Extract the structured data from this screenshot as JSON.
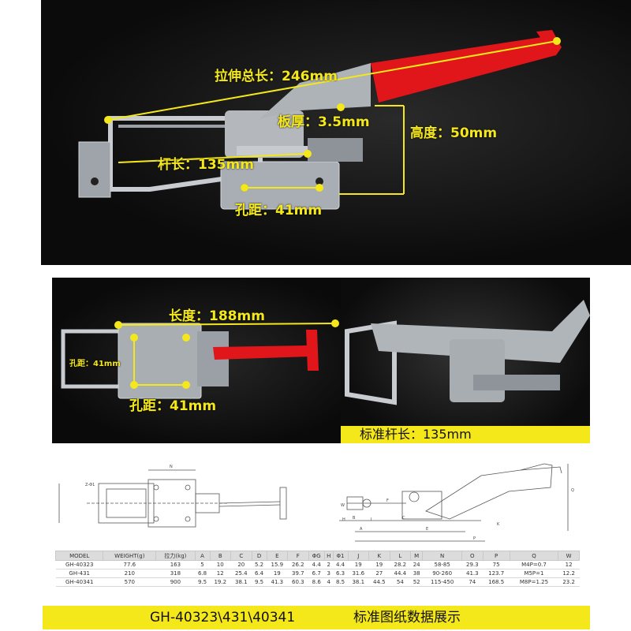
{
  "photo_top": {
    "label_total_length": "拉伸总长：246mm",
    "label_plate_thickness": "板厚：3.5mm",
    "label_height": "高度：50mm",
    "label_rod_length": "杆长：135mm",
    "label_hole_distance": "孔距：41mm"
  },
  "photo_bottom_left": {
    "label_length": "长度：188mm",
    "label_hole_distance_side": "孔距：41mm",
    "label_hole_distance_bottom": "孔距：41mm"
  },
  "photo_bottom_right": {
    "caption": "标准杆长：135mm"
  },
  "drawing": {
    "left_labels": [
      "Z-Φ1",
      "N"
    ],
    "right_labels": [
      "F",
      "B",
      "C",
      "A",
      "E",
      "P",
      "K",
      "W",
      "Q",
      "H",
      "I"
    ]
  },
  "spec_table": {
    "headers": [
      "MODEL",
      "WEIGHT(g)",
      "拉力(kg)",
      "A",
      "B",
      "C",
      "D",
      "E",
      "F",
      "ΦG",
      "H",
      "Φ1",
      "J",
      "K",
      "L",
      "M",
      "N",
      "O",
      "P",
      "Q",
      "W"
    ],
    "rows": [
      [
        "GH-40323",
        "77.6",
        "163",
        "5",
        "10",
        "20",
        "5.2",
        "15.9",
        "26.2",
        "4.4",
        "2",
        "4.4",
        "19",
        "19",
        "28.2",
        "24",
        "58-85",
        "29.3",
        "75",
        "M4P=0.7",
        "12"
      ],
      [
        "GH-431",
        "210",
        "318",
        "6.8",
        "12",
        "25.4",
        "6.4",
        "19",
        "39.7",
        "6.7",
        "3",
        "6.3",
        "31.6",
        "27",
        "44.4",
        "38",
        "90-260",
        "41.3",
        "123.7",
        "M5P=1",
        "12.2"
      ],
      [
        "GH-40341",
        "570",
        "900",
        "9.5",
        "19.2",
        "38.1",
        "9.5",
        "41.3",
        "60.3",
        "8.6",
        "4",
        "8.5",
        "38.1",
        "44.5",
        "54",
        "52",
        "115-450",
        "74",
        "168.5",
        "M8P=1.25",
        "23.2"
      ]
    ]
  },
  "footer": {
    "model_numbers": "GH-40323\\431\\40341",
    "description": "标准图纸数据展示"
  },
  "colors": {
    "label_yellow": "#f5e81a",
    "handle_red": "#e0161b",
    "photo_background": "#0b0b0b",
    "table_header": "#dcdcdc"
  }
}
